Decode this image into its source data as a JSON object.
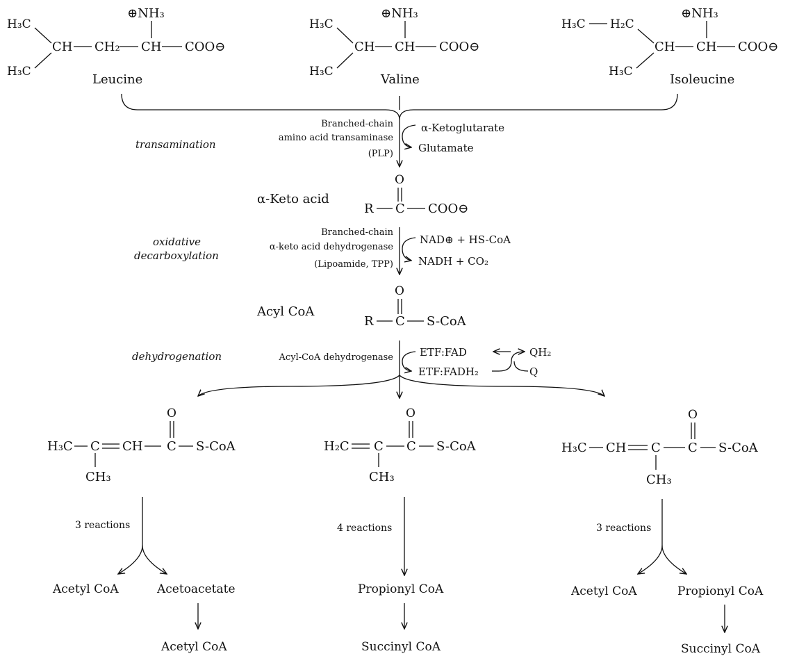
{
  "molecules": {
    "leucine": {
      "name": "Leucine",
      "nh3": "⊕NH₃",
      "h3c_top": "H₃C",
      "h3c_bottom": "H₃C",
      "ch": "CH",
      "ch2": "CH₂",
      "ch_alpha": "CH",
      "coo": "COO⊖"
    },
    "valine": {
      "name": "Valine",
      "nh3": "⊕NH₃",
      "h3c_top": "H₃C",
      "h3c_bottom": "H₃C",
      "ch": "CH",
      "ch_alpha": "CH",
      "coo": "COO⊖"
    },
    "isoleucine": {
      "name": "Isoleucine",
      "nh3": "⊕NH₃",
      "h3c": "H₃C",
      "h2c": "H₂C",
      "h3c_bottom": "H₃C",
      "ch": "CH",
      "ch_alpha": "CH",
      "coo": "COO⊖"
    }
  },
  "steps": {
    "transamination": {
      "label": "transamination",
      "enzyme_line1": "Branched-chain",
      "enzyme_line2": "amino acid transaminase",
      "cofactor": "(PLP)",
      "input": "α-Ketoglutarate",
      "output": "Glutamate"
    },
    "oxidative_decarboxylation": {
      "label_line1": "oxidative",
      "label_line2": "decarboxylation",
      "enzyme_line1": "Branched-chain",
      "enzyme_line2": "α-keto acid dehydrogenase",
      "cofactor": "(Lipoamide, TPP)",
      "input": "NAD⊕ + HS-CoA",
      "output": "NADH + CO₂"
    },
    "dehydrogenation": {
      "label": "dehydrogenation",
      "enzyme": "Acyl-CoA dehydrogenase",
      "etf_fad": "ETF:FAD",
      "etf_fadh2": "ETF:FADH₂",
      "qh2": "QH₂",
      "q": "Q"
    }
  },
  "intermediates": {
    "keto_acid": {
      "name": "α-Keto acid",
      "o": "O",
      "r": "R",
      "c": "C",
      "coo": "COO⊖"
    },
    "acyl_coa": {
      "name": "Acyl CoA",
      "o": "O",
      "r": "R",
      "c": "C",
      "scoa": "S-CoA"
    }
  },
  "products": {
    "left": {
      "o": "O",
      "h3c": "H₃C",
      "c1": "C",
      "ch": "CH",
      "c2": "C",
      "scoa": "S-CoA",
      "ch3": "CH₃",
      "reactions": "3 reactions",
      "out1": "Acetyl CoA",
      "out2": "Acetoacetate",
      "final": "Acetyl CoA"
    },
    "middle": {
      "o": "O",
      "h2c": "H₂C",
      "c1": "C",
      "c2": "C",
      "scoa": "S-CoA",
      "ch3": "CH₃",
      "reactions": "4 reactions",
      "out": "Propionyl CoA",
      "final": "Succinyl CoA"
    },
    "right": {
      "o": "O",
      "h3c": "H₃C",
      "ch": "CH",
      "c1": "C",
      "c2": "C",
      "scoa": "S-CoA",
      "ch3": "CH₃",
      "reactions": "3 reactions",
      "out1": "Acetyl CoA",
      "out2": "Propionyl CoA",
      "final": "Succinyl CoA"
    }
  }
}
